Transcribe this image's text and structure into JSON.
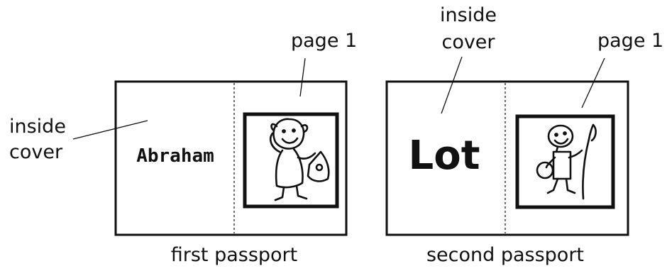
{
  "passports": [
    {
      "name": "Abraham",
      "caption": "first passport",
      "cover_label": "inside\ncover",
      "page_label": "page 1"
    },
    {
      "name": "Lot",
      "caption": "second passport",
      "cover_label": "inside\ncover",
      "page_label": "page 1"
    }
  ],
  "icons": {
    "first_figure": "stick-figure-with-bag-icon",
    "second_figure": "stick-figure-with-staff-icon"
  }
}
